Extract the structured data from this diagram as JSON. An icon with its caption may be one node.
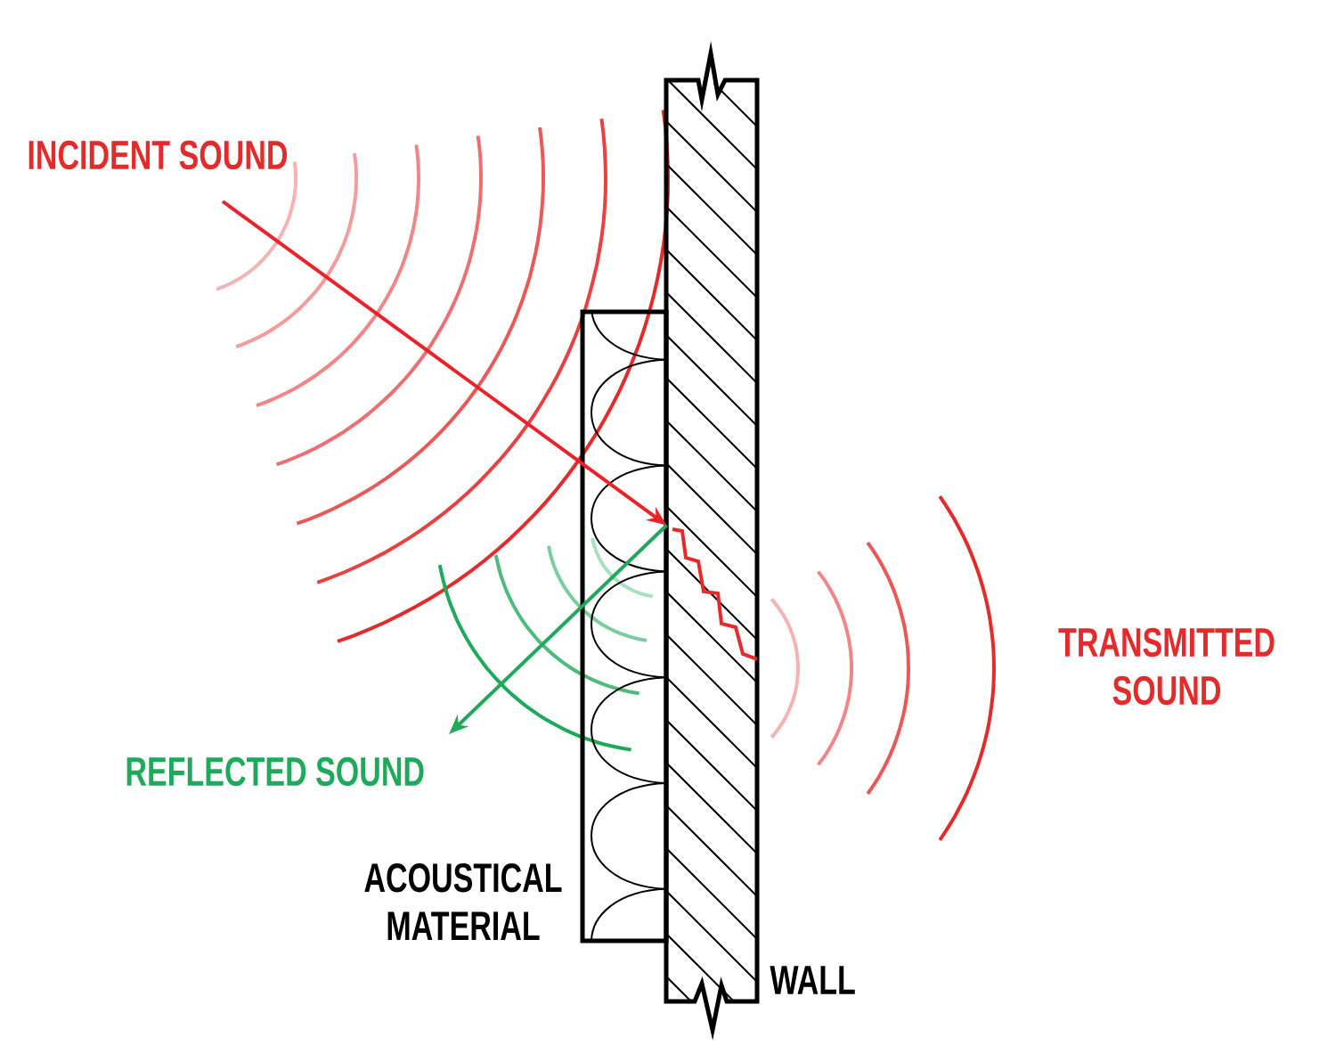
{
  "diagram": {
    "nodes": [
      {
        "text": [],
        "shape": "box",
        "beside": [
          "WALL"
        ]
      },
      {
        "text": [],
        "shape": "box",
        "beside": [
          "ACOUSTICAL MATERIAL"
        ]
      },
      {
        "text": [
          "INCIDENT SOUND"
        ]
      },
      {
        "text": [
          "REFLECTED SOUND"
        ]
      }
    ],
    "edges": [
      {
        "from": 2,
        "to": 1,
        "arrow": "to",
        "color": "#e8232a"
      },
      {
        "from": 1,
        "to": 3,
        "arrow": "to",
        "color": "#22a85a"
      }
    ],
    "labels": [
      "TRANSMITTED SOUND"
    ]
  }
}
